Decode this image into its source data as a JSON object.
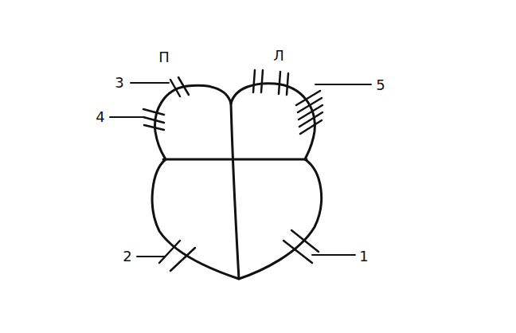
{
  "diagram": {
    "labels": [
      "П",
      "Л",
      "3",
      "5",
      "4",
      "2",
      "1"
    ]
  }
}
